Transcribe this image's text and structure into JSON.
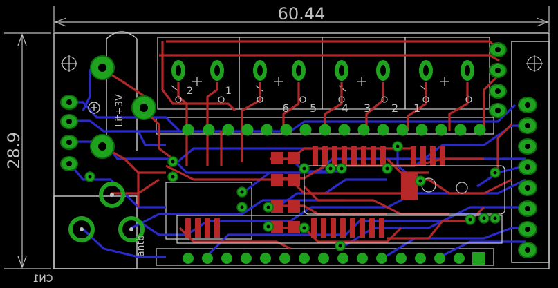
{
  "dimensions": {
    "width_label": "60.44",
    "height_label": "28.9"
  },
  "silk": {
    "battery_label": "Lit+3V",
    "cn1_label": "CN1",
    "bottom_label": "antb",
    "pin_labels": [
      "1",
      "2"
    ],
    "connector_numbers": [
      "6",
      "5",
      "4",
      "3",
      "2",
      "1"
    ]
  },
  "colors": {
    "background": "#000000",
    "outline": "#c0c0c0",
    "top_copper": "#b02828",
    "bottom_copper": "#2a2ac8",
    "pad": "#1fa31f",
    "smd": "#b82828"
  }
}
